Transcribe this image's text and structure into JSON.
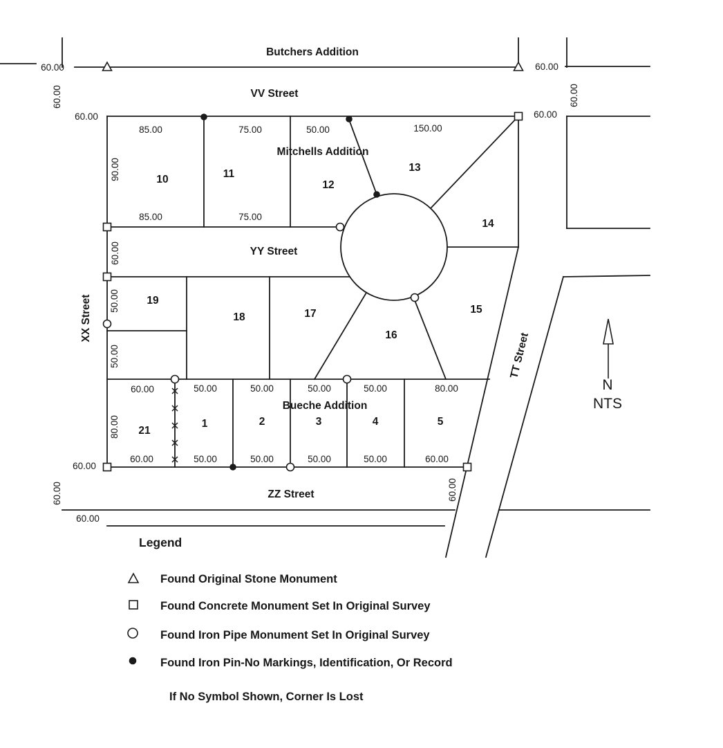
{
  "drawing": {
    "additions": {
      "butchers": "Butchers Addition",
      "mitchells": "Mitchells Addition",
      "bueche": "Bueche Addition"
    },
    "streets": {
      "vv": "VV Street",
      "xx": "XX Street",
      "yy": "YY Street",
      "zz": "ZZ Street",
      "tt": "TT Street"
    },
    "lots": {
      "mitchells_block": [
        "10",
        "11",
        "12",
        "13",
        "14"
      ],
      "yy_block": [
        "19",
        "18",
        "17",
        "16",
        "15"
      ],
      "bueche_block": [
        "21",
        "1",
        "2",
        "3",
        "4",
        "5"
      ]
    },
    "dims": {
      "w50": "50.00",
      "w60": "60.00",
      "w75": "75.00",
      "w80": "80.00",
      "w85": "85.00",
      "w90": "90.00",
      "w150": "150.00"
    },
    "north_arrow": {
      "label": "N",
      "scale": "NTS"
    }
  },
  "legend": {
    "title": "Legend",
    "items": [
      {
        "symbol": "triangle-icon",
        "label": "Found Original Stone Monument"
      },
      {
        "symbol": "square-icon",
        "label": "Found Concrete Monument Set In Original Survey"
      },
      {
        "symbol": "circle-icon",
        "label": "Found Iron Pipe Monument Set In Original Survey"
      },
      {
        "symbol": "dot-icon",
        "label": "Found Iron Pin-No Markings, Identification, Or Record"
      }
    ],
    "note": "If No Symbol Shown, Corner Is Lost"
  },
  "colors": {
    "ink": "#1a1a1a",
    "paper": "#ffffff"
  }
}
